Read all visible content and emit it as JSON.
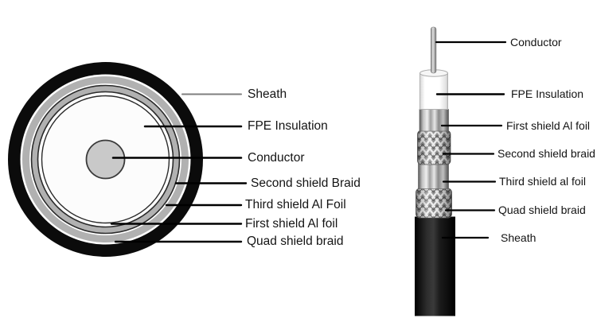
{
  "cross_section": {
    "labels": [
      {
        "id": "sheath",
        "text": "Sheath"
      },
      {
        "id": "fpe",
        "text": "FPE Insulation"
      },
      {
        "id": "conductor",
        "text": "Conductor"
      },
      {
        "id": "second-braid",
        "text": "Second shield Braid"
      },
      {
        "id": "third-foil",
        "text": "Third shield Al Foil"
      },
      {
        "id": "first-foil",
        "text": "First shield Al foil"
      },
      {
        "id": "quad-braid",
        "text": "Quad shield braid"
      }
    ]
  },
  "side_view": {
    "labels": [
      {
        "id": "conductor",
        "text": "Conductor"
      },
      {
        "id": "fpe",
        "text": "FPE Insulation"
      },
      {
        "id": "first-foil",
        "text": "First shield Al foil"
      },
      {
        "id": "second-braid",
        "text": "Second shield braid"
      },
      {
        "id": "third-foil",
        "text": "Third shield al foil"
      },
      {
        "id": "quad-braid",
        "text": "Quad shield braid"
      },
      {
        "id": "sheath",
        "text": "Sheath"
      }
    ]
  },
  "colors": {
    "sheath_black": "#0b0b0b",
    "shield_gray": "#b1b1b1",
    "conductor_gray": "#c9c9c9",
    "fpe_white": "#fcfcfc",
    "leader_line": "#000000",
    "sheath_leader_gray": "#7f7f7f",
    "label_text": "#141414",
    "background": "#ffffff"
  }
}
